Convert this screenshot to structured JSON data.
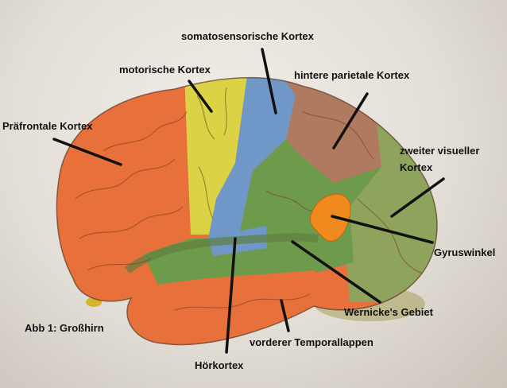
{
  "labels": {
    "somatosensory": "somatosensorische Kortex",
    "motor": "motorische Kortex",
    "posterior_parietal": "hintere parietale Kortex",
    "prefrontal": "Präfrontale Kortex",
    "secondary_visual_line1": "zweiter visueller",
    "secondary_visual_line2": "Kortex",
    "angular_gyrus": "Gyruswinkel",
    "wernicke": "Wernicke's Gebiet",
    "anterior_temporal": "vorderer Temporallappen",
    "auditory": "Hörkortex",
    "caption": "Abb 1: Großhirn"
  },
  "colors": {
    "frontal": "#e8703a",
    "motor": "#dcd246",
    "somatosensory": "#6f97c8",
    "parietal": "#b07a60",
    "occipital": "#8ea35c",
    "wernicke": "#6e9a4c",
    "temporal": "#e8703a",
    "angular": "#f08a1e"
  }
}
